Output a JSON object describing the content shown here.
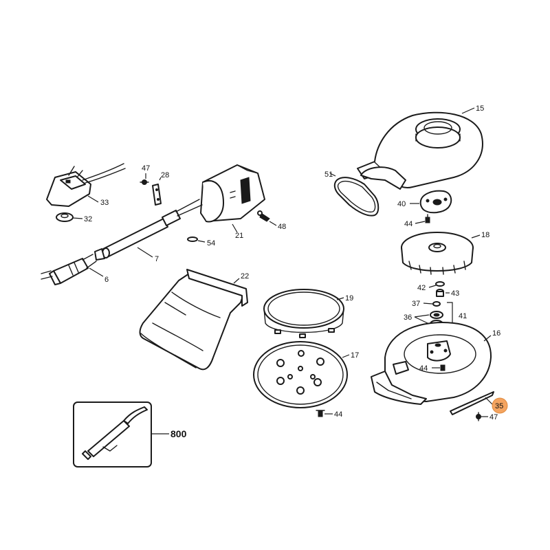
{
  "labels": {
    "p15": "15",
    "p51": "51",
    "p40": "40",
    "p44a": "44",
    "p18": "18",
    "p42": "42",
    "p43": "43",
    "p37": "37",
    "p36": "36",
    "p41": "41",
    "p16": "16",
    "p44b": "44",
    "p35": "35",
    "p47b": "47",
    "p19": "19",
    "p17": "17",
    "p44c": "44",
    "p22": "22",
    "p47a": "47",
    "p28": "28",
    "p33": "33",
    "p32": "32",
    "p21": "21",
    "p48": "48",
    "p54": "54",
    "p7": "7",
    "p6": "6",
    "p800": "800"
  },
  "highlight_color": "#f4a460"
}
